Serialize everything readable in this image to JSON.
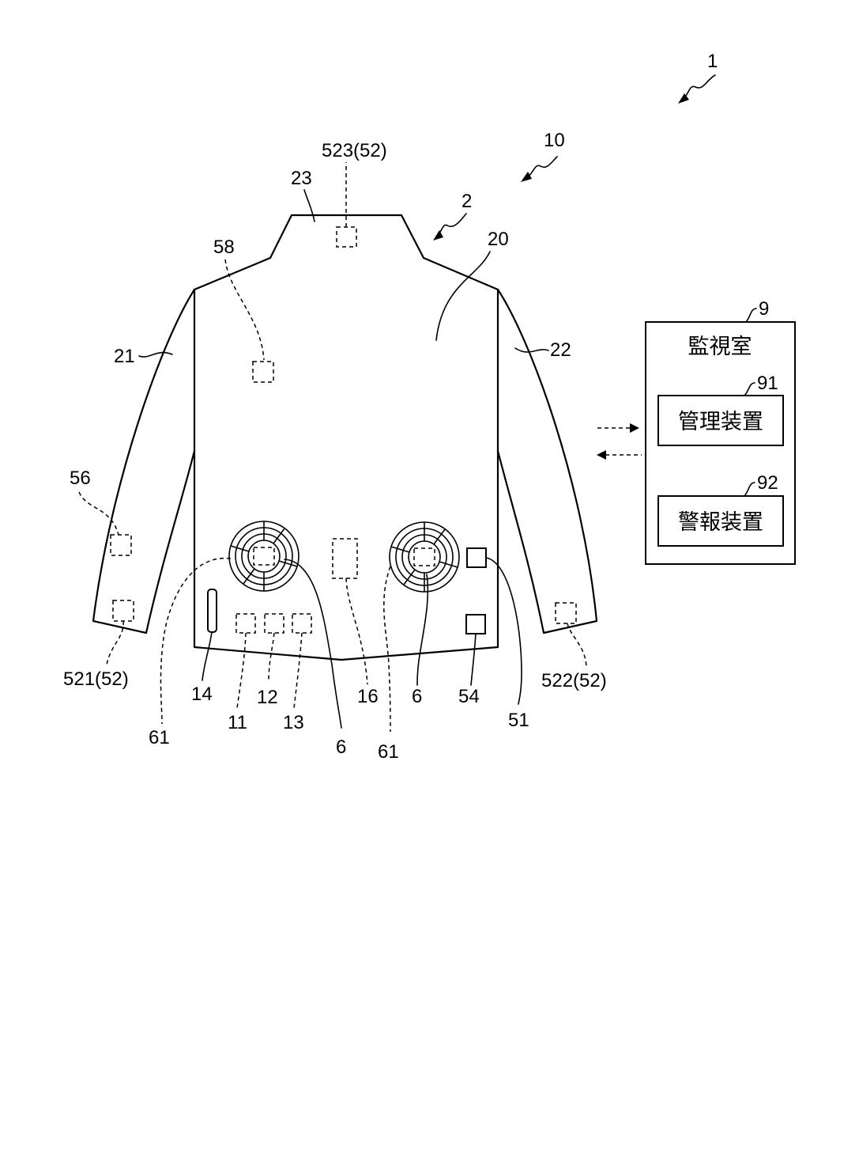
{
  "labels": {
    "system": "1",
    "unit": "10",
    "garment": "2",
    "body": "20",
    "left_sleeve": "21",
    "right_sleeve": "22",
    "collar": "23",
    "collar_sensor": "523(52)",
    "back_sensor": "58",
    "left_sleeve_sensor": "56",
    "left_cuff_sensor": "521(52)",
    "right_cuff_sensor": "522(52)",
    "battery": "14",
    "comp_11": "11",
    "comp_12": "12",
    "comp_13": "13",
    "comp_16": "16",
    "fan_left": "6",
    "fan_right": "6",
    "fan_left_motor": "61",
    "fan_right_motor": "61",
    "comp_54": "54",
    "comp_51": "51"
  },
  "monitoring": {
    "ref": "9",
    "title": "監視室",
    "management_ref": "91",
    "management_label": "管理装置",
    "alarm_ref": "92",
    "alarm_label": "警報装置"
  }
}
